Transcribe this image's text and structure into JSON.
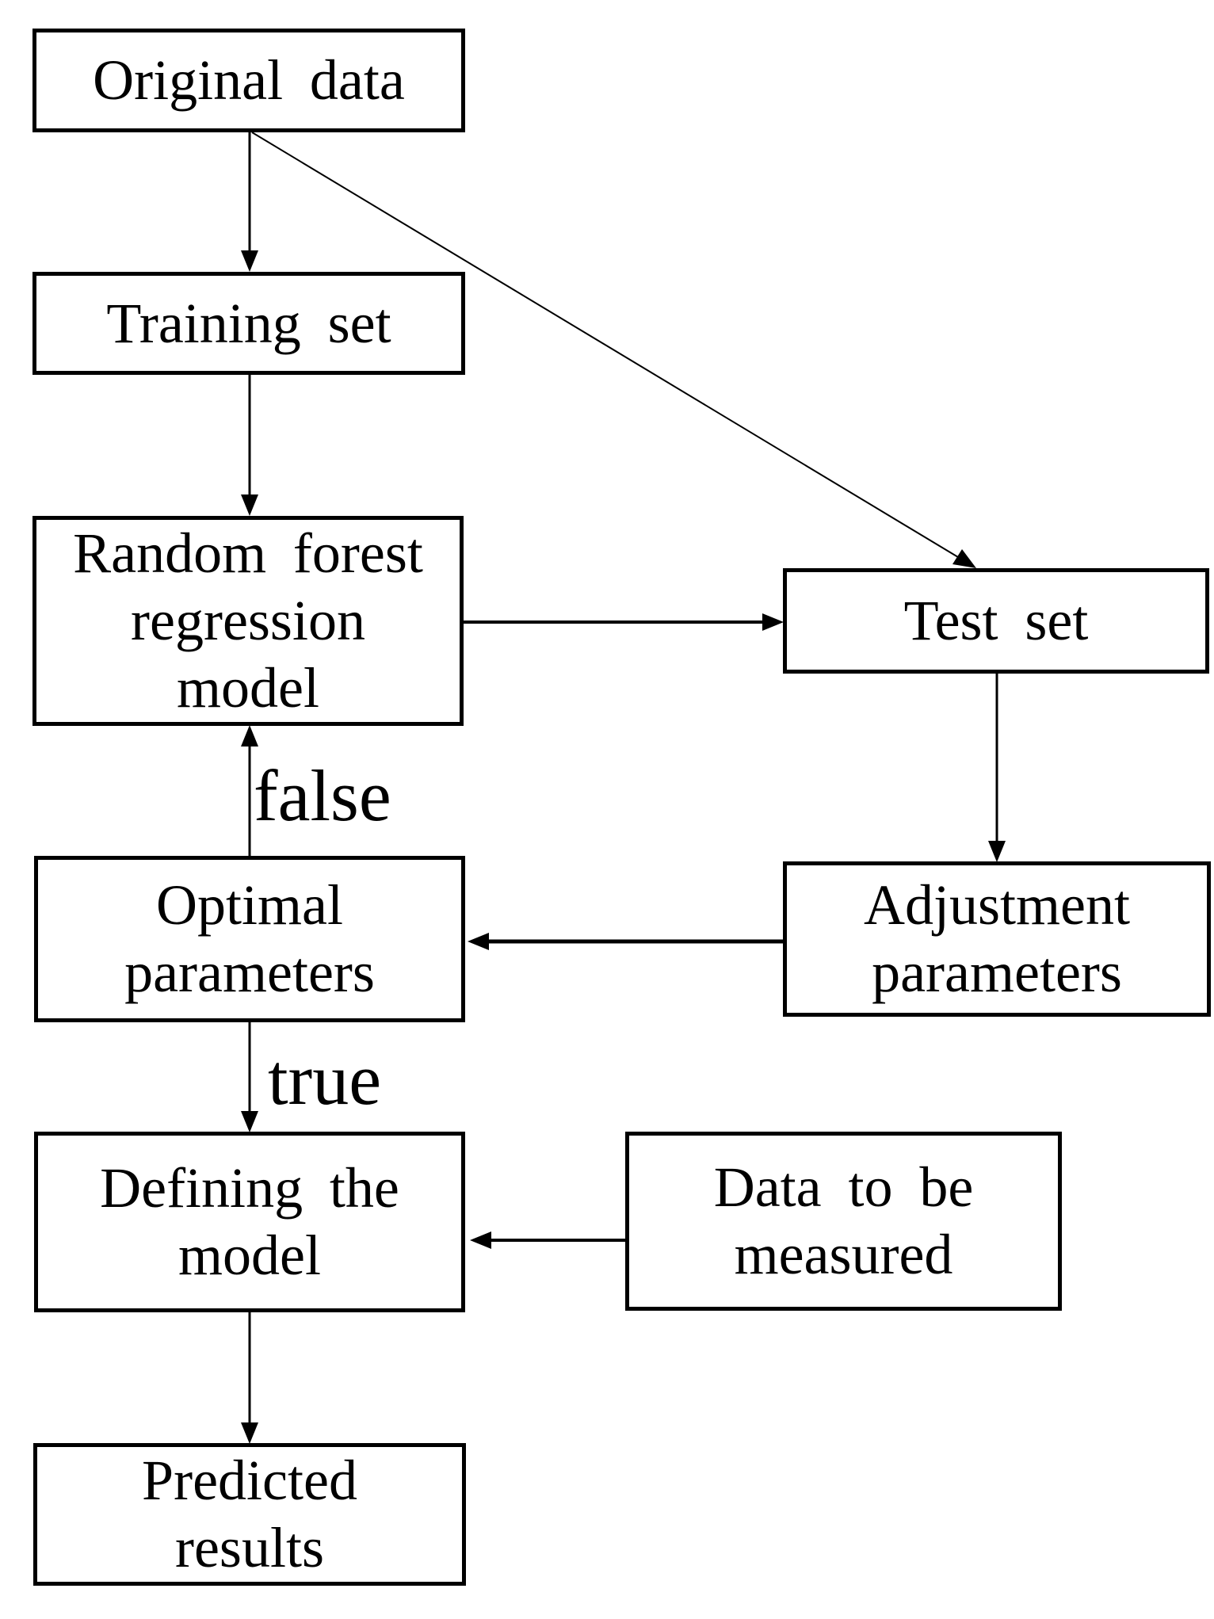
{
  "diagram": {
    "background": "#ffffff",
    "stroke_color": "#000000",
    "nodes": {
      "original_data": {
        "label": "Original data"
      },
      "training_set": {
        "label": "Training set"
      },
      "rf_model": {
        "label": "Random forest\nregression\nmodel"
      },
      "test_set": {
        "label": "Test set"
      },
      "optimal_parameters": {
        "label": "Optimal\nparameters"
      },
      "adjustment_parameters": {
        "label": "Adjustment\nparameters"
      },
      "defining_model": {
        "label": "Defining the\nmodel"
      },
      "data_to_be_measured": {
        "label": "Data to be\nmeasured"
      },
      "predicted_results": {
        "label": "Predicted\nresults"
      }
    },
    "edge_labels": {
      "false_label": "false",
      "true_label": "true"
    },
    "edges": [
      {
        "from": "original_data",
        "to": "training_set",
        "label": ""
      },
      {
        "from": "original_data",
        "to": "test_set",
        "label": ""
      },
      {
        "from": "training_set",
        "to": "rf_model",
        "label": ""
      },
      {
        "from": "rf_model",
        "to": "test_set",
        "label": ""
      },
      {
        "from": "test_set",
        "to": "adjustment_parameters",
        "label": ""
      },
      {
        "from": "adjustment_parameters",
        "to": "optimal_parameters",
        "label": ""
      },
      {
        "from": "optimal_parameters",
        "to": "rf_model",
        "label": "false"
      },
      {
        "from": "optimal_parameters",
        "to": "defining_model",
        "label": "true"
      },
      {
        "from": "data_to_be_measured",
        "to": "defining_model",
        "label": ""
      },
      {
        "from": "defining_model",
        "to": "predicted_results",
        "label": ""
      }
    ]
  }
}
